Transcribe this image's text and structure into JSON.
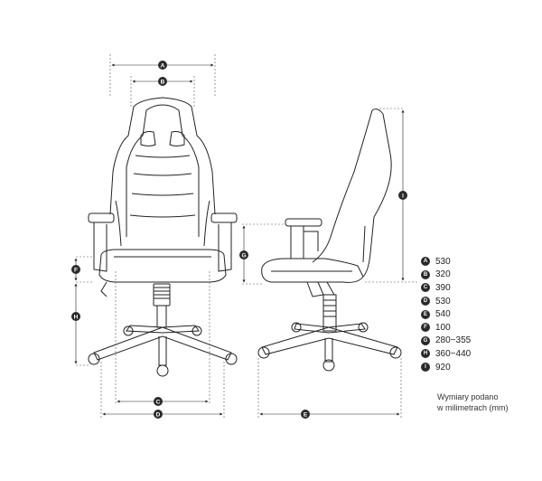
{
  "legend": [
    {
      "letter": "A",
      "value": "530"
    },
    {
      "letter": "B",
      "value": "320"
    },
    {
      "letter": "C",
      "value": "390"
    },
    {
      "letter": "D",
      "value": "530"
    },
    {
      "letter": "E",
      "value": "540"
    },
    {
      "letter": "F",
      "value": "100"
    },
    {
      "letter": "G",
      "value": "280~355"
    },
    {
      "letter": "H",
      "value": "360~440"
    },
    {
      "letter": "I",
      "value": "920"
    }
  ],
  "note": {
    "line1": "Wymiary podano",
    "line2": "w milimetrach (mm)"
  }
}
